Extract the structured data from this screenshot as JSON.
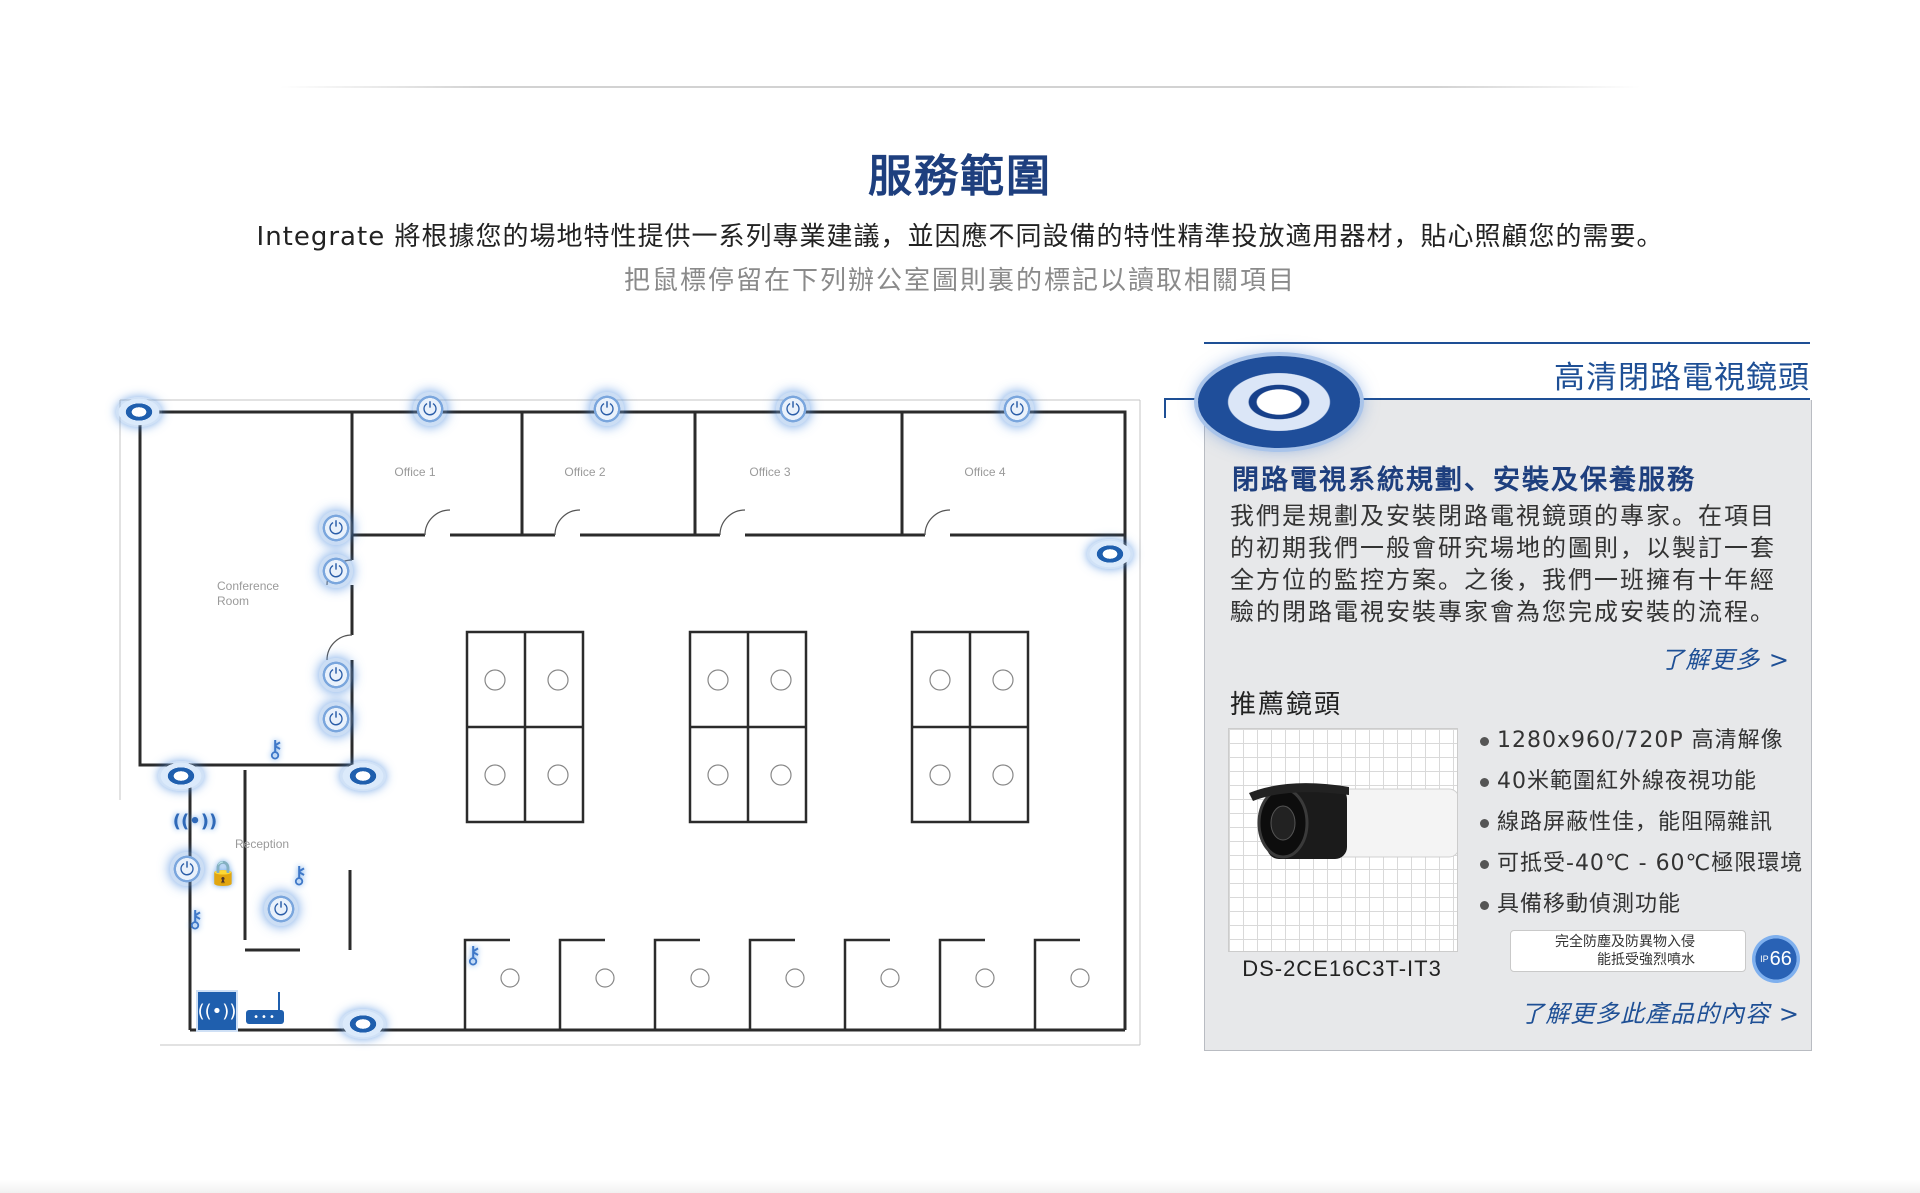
{
  "header": {
    "title": "服務範圍",
    "intro": "Integrate 將根據您的場地特性提供一系列專業建議，並因應不同設備的特性精準投放適用器材，貼心照顧您的需要。",
    "hint": "把鼠標停留在下列辦公室圖則裏的標記以讀取相關項目"
  },
  "floorplan": {
    "rooms": [
      "Office 1",
      "Office 2",
      "Office 3",
      "Office 4",
      "Conference Room",
      "Reception"
    ],
    "marker_icons": [
      "cctv-eye-icon",
      "door-lock-icon",
      "key-icon",
      "wireless-signal-icon",
      "wifi-icon",
      "router-icon"
    ]
  },
  "panel": {
    "heading": "高清閉路電視鏡頭",
    "service_title": "閉路電視系統規劃、安裝及保養服務",
    "description": "我們是規劃及安裝閉路電視鏡頭的專家。在項目的初期我們一般會研究場地的圖則，以製訂一套全方位的監控方案。之後，我們一班擁有十年經驗的閉路電視安裝專家會為您完成安裝的流程。",
    "more_link": "了解更多 >",
    "recommend_title": "推薦鏡頭",
    "product": {
      "model": "DS-2CE16C3T-IT3",
      "features": [
        "1280x960/720P 高清解像",
        "40米範圍紅外線夜視功能",
        "線路屏蔽性佳，能阻隔雜訊",
        "可抵受-40℃ - 60℃極限環境",
        "具備移動偵測功能"
      ],
      "ip_text_line1": "完全防塵及防異物入侵",
      "ip_text_line2": "能抵受強烈噴水",
      "ip_prefix": "IP",
      "ip_rating": "66"
    },
    "product_link": "了解更多此產品的內容 >"
  },
  "colors": {
    "brand_blue": "#1e3f7e",
    "accent_blue": "#1e4f95",
    "panel_bg": "#e7e8ea"
  }
}
